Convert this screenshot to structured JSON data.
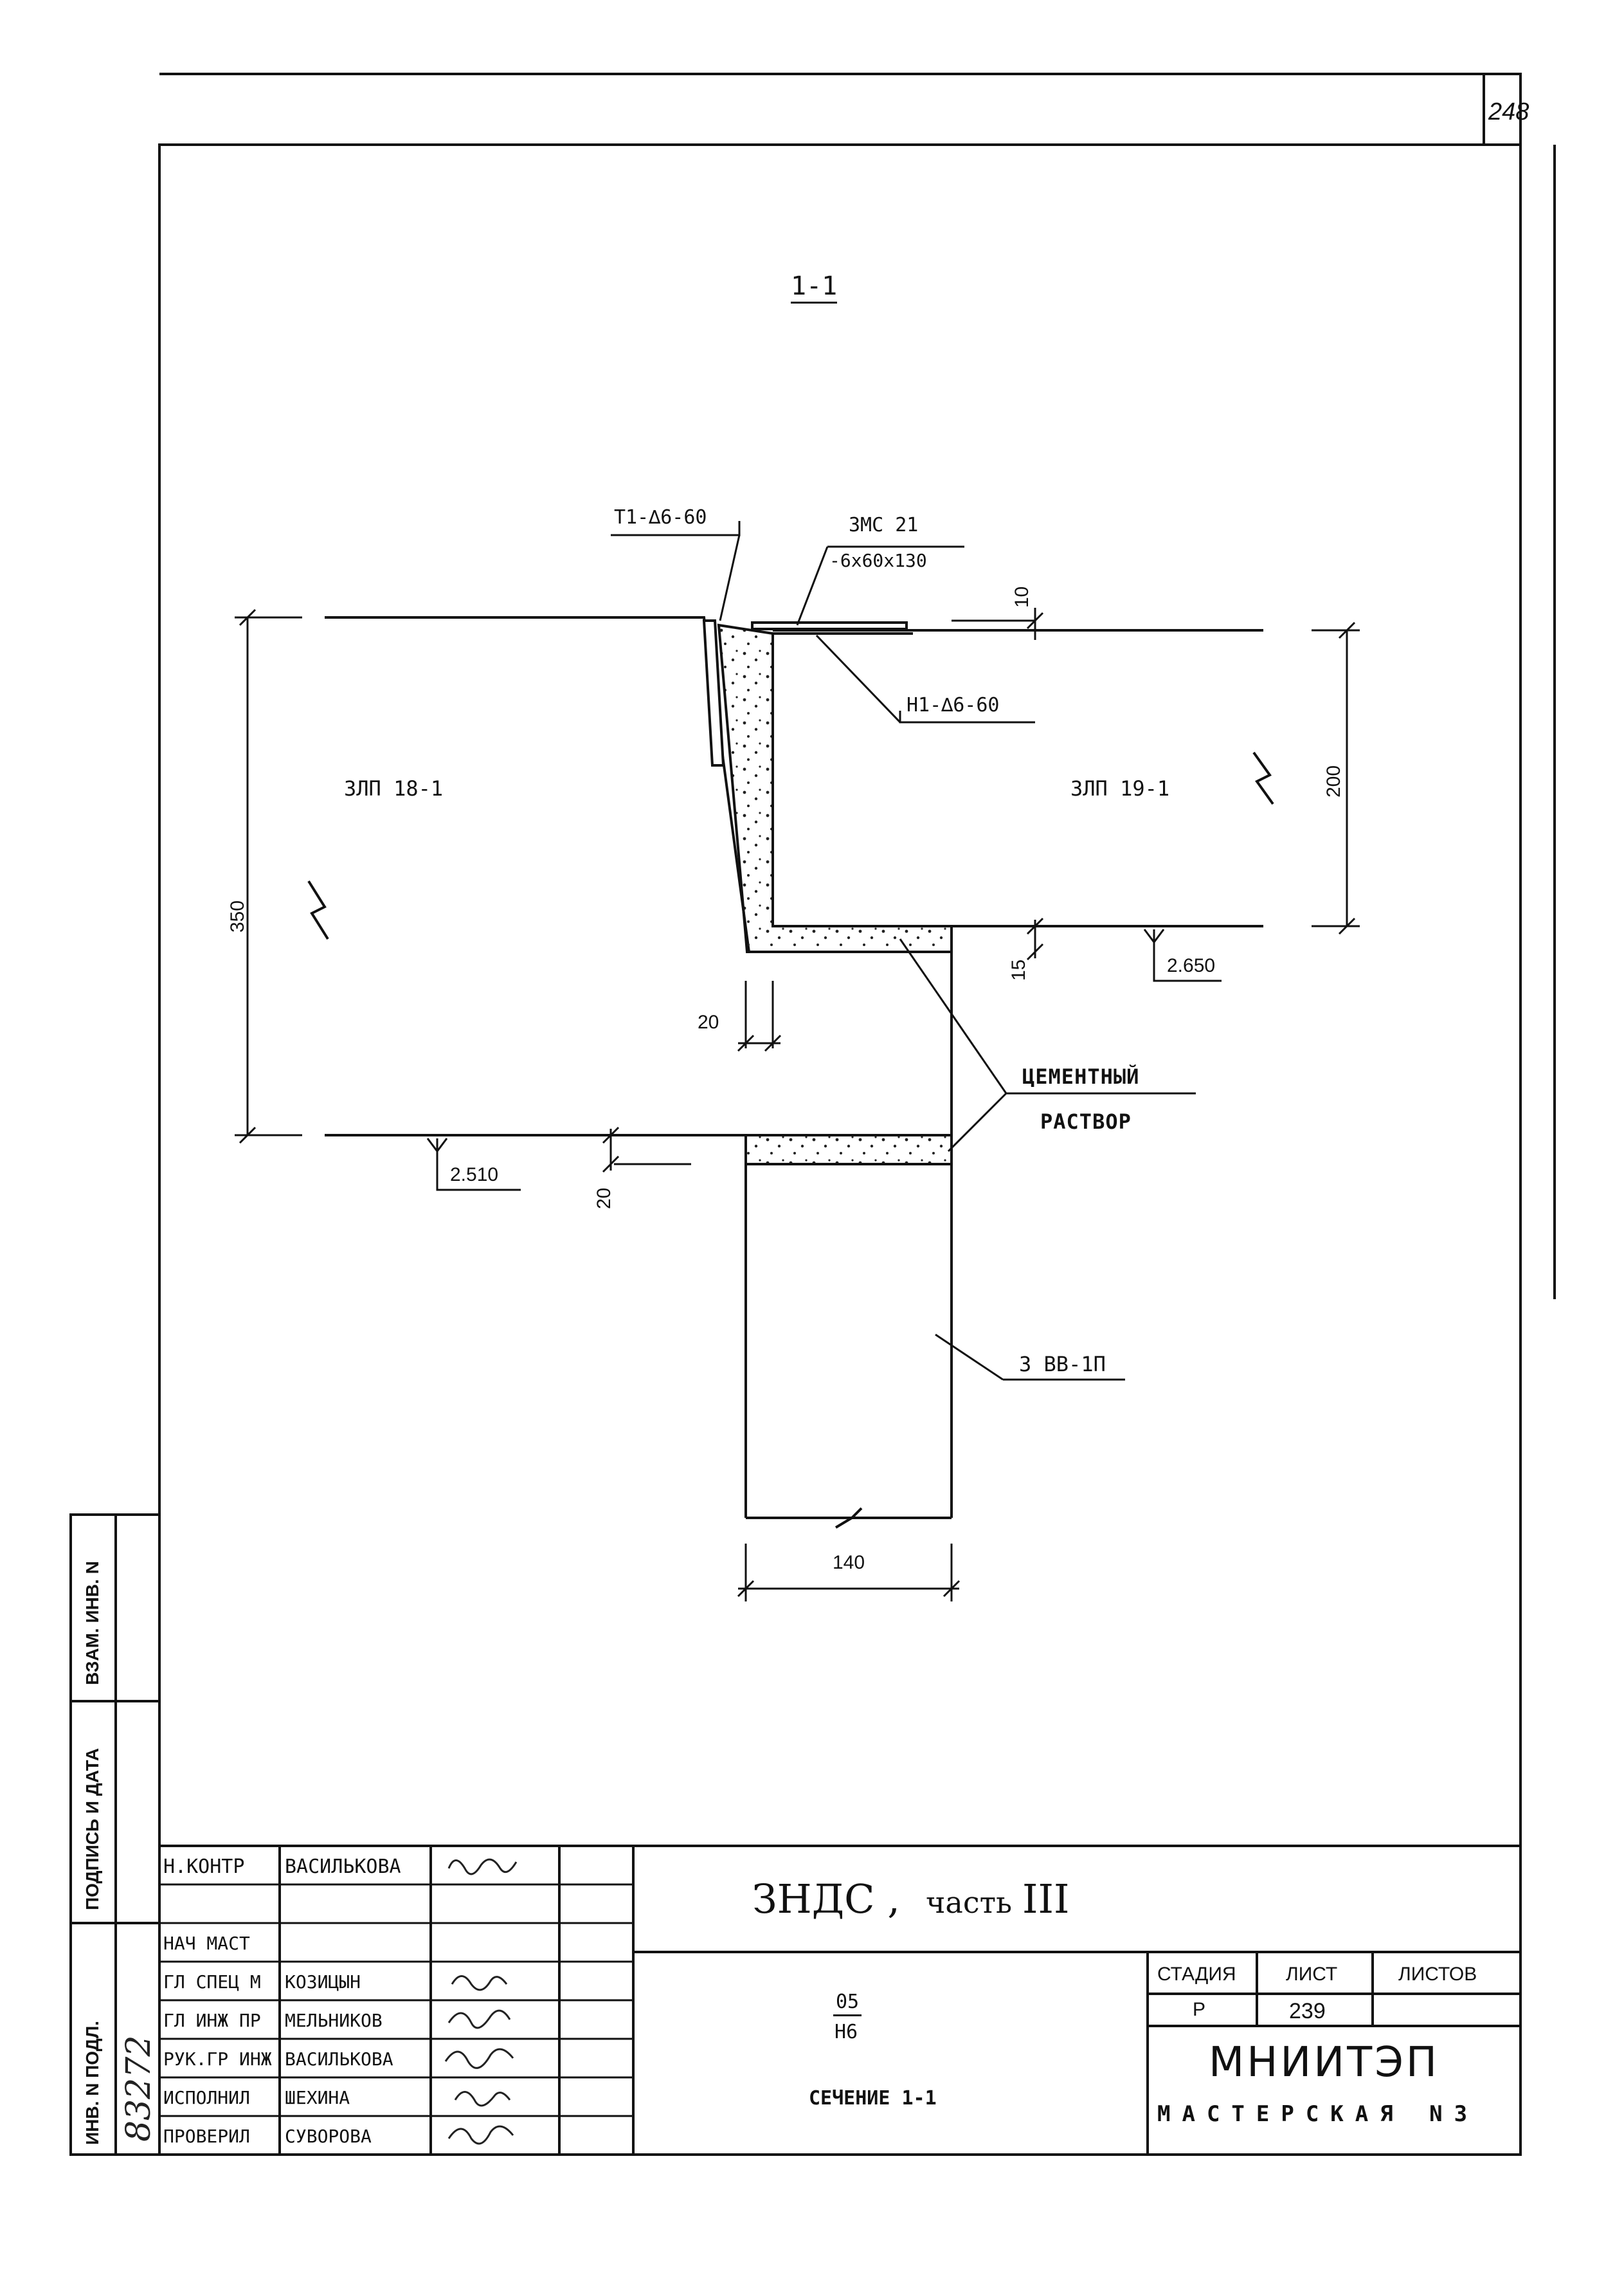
{
  "page_number": "248",
  "section_title": "1-1",
  "callouts": {
    "t1": "T1-∆6-60",
    "zmc_line1": "ЗМС 21",
    "zmc_line2": "-6x60x130",
    "h1": "H1-∆6-60",
    "panel_left": "ЗЛП 18-1",
    "panel_right": "ЗЛП 19-1",
    "mortar_line1": "ЦЕМЕНТНЫЙ",
    "mortar_line2": "РАСТВОР",
    "wall_panel": "3 ВВ-1П"
  },
  "dimensions": {
    "d350": "350",
    "d200": "200",
    "d10": "10",
    "d15": "15",
    "d20_gap": "20",
    "d20_joint": "20",
    "d140": "140",
    "elev_right": "2.650",
    "elev_left": "2.510"
  },
  "side_stamp": {
    "inv_orig": "ИНВ. N ПОДЛ.",
    "sign_date": "ПОДПИСЬ И ДАТА",
    "inv_replace": "ВЗАМ. ИНВ. N",
    "inv_number": "83272"
  },
  "title_block": {
    "rows": [
      {
        "role": "Н.КОНТР",
        "name": "ВАСИЛЬКОВА"
      },
      {
        "role": "",
        "name": ""
      },
      {
        "role": "НАЧ МАСТ",
        "name": ""
      },
      {
        "role": "ГЛ СПЕЦ М",
        "name": "КОЗИЦЫН"
      },
      {
        "role": "ГЛ ИНЖ ПР",
        "name": "МЕЛЬНИКОВ"
      },
      {
        "role": "РУК.ГР ИНЖ",
        "name": "ВАСИЛЬКОВА"
      },
      {
        "role": "ИСПОЛНИЛ",
        "name": "ШЕХИНА"
      },
      {
        "role": "ПРОВЕРИЛ",
        "name": "СУВОРОВА"
      }
    ],
    "project_title": "ЗНДС ,",
    "project_part_word": "часть",
    "project_part_num": "III",
    "code_top": "05",
    "code_bottom": "Н6",
    "sheet_title": "СЕЧЕНИЕ 1-1",
    "stage_label": "СТАДИЯ",
    "sheet_label": "ЛИСТ",
    "sheets_label": "ЛИСТОВ",
    "stage_value": "Р",
    "sheet_value": "239",
    "sheets_value": "",
    "org_name": "МНИИТЭП",
    "org_sub": "МАСТЕРСКАЯ N3"
  }
}
